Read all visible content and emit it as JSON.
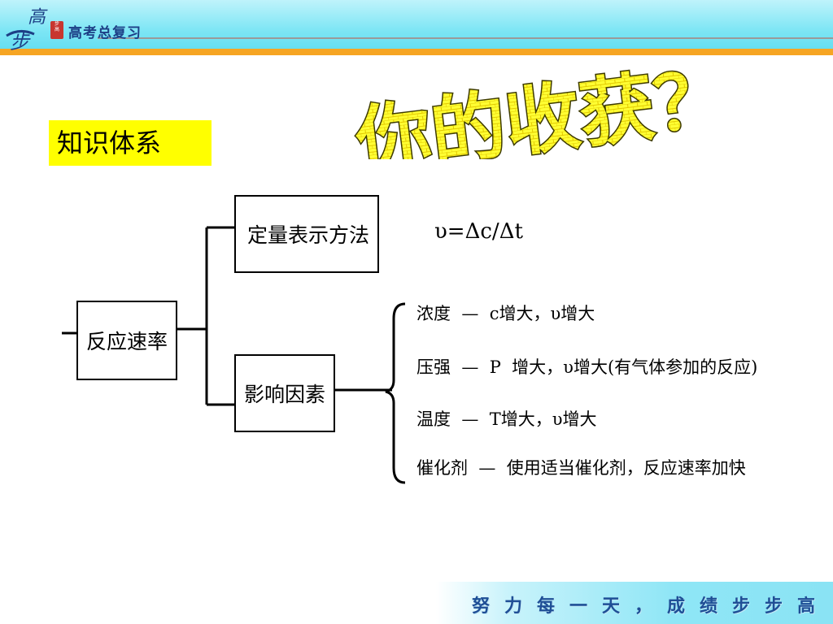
{
  "header": {
    "logo_text": "高步",
    "title": "高考总复习"
  },
  "big_title": "你的收获？",
  "section_label": "知识体系",
  "diagram": {
    "root": "反应速率",
    "quantitative": "定量表示方法",
    "formula": "υ=Δc/Δt",
    "factors_node": "影响因素",
    "factors": [
      "浓度  —  c增大，υ增大",
      "压强  —  P  增大，υ增大(有气体参加的反应)",
      "温度  —  T增大，υ增大",
      "催化剂  —  使用适当催化剂，反应速率加快"
    ]
  },
  "footer": {
    "slogan": "努力每一天，成绩步步高"
  },
  "colors": {
    "header_band": "#7fe6f5",
    "orange_stripe": "#f6a523",
    "title_yellow": "#ffff33",
    "label_yellow": "#ffff00",
    "slogan_blue": "#1f4f96"
  }
}
